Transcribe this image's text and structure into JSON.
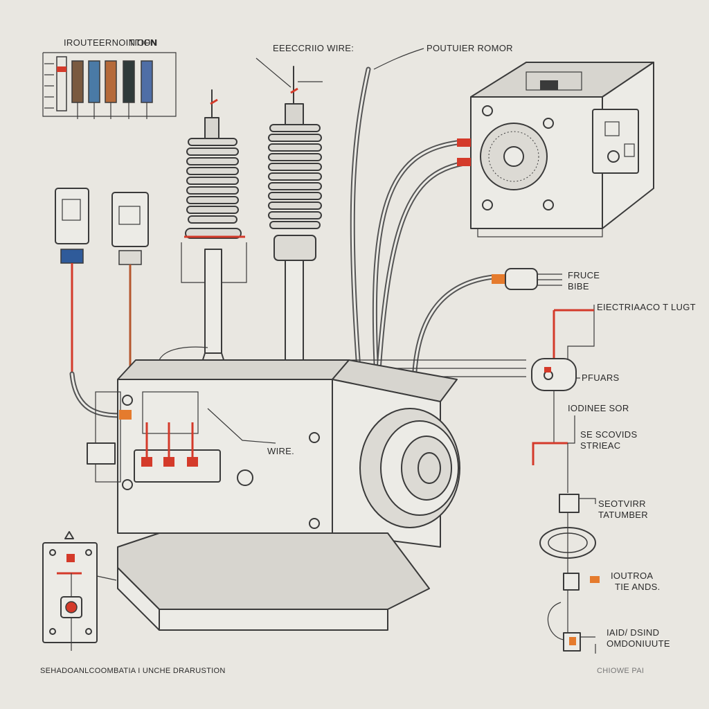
{
  "labels": {
    "top_left_title": "IROUTEERNOINTION",
    "top_left_title_b": "TIOFN",
    "electric_wire": "EEECCRIIO WIRE:",
    "power_motor": "POUTUIER ROMOR",
    "fruce": "FRUCE",
    "fruce_sub": "BIBE",
    "electrical_lugt": "EIECTRIAACO T LUGT",
    "pfuars": "PFUARS",
    "iodinee": "IODINEE SOR",
    "se_scovids": "SE SCOVIDS",
    "strieac": "STRIEAC",
    "seotvirr": "SEOTVIRR",
    "tatumber": "TATUMBER",
    "ioutroa": "IOUTROA",
    "tie_ands": "TIE ANDS.",
    "iaid_dsind": "IAID/ DSIND",
    "omdonuiute": "OMDONIUUTE",
    "chiowe_pai": "CHIOWE PAI",
    "wire": "WIRE.",
    "bottom_caption": "SEHADOANLCOOMBATIA I UNCHE DRARUSTION"
  },
  "colors": {
    "background": "#e9e7e1",
    "ink": "#3a3a3a",
    "accent_red": "#d43a2a",
    "accent_orange": "#e57b2d",
    "accent_blue": "#2f5b9a"
  }
}
